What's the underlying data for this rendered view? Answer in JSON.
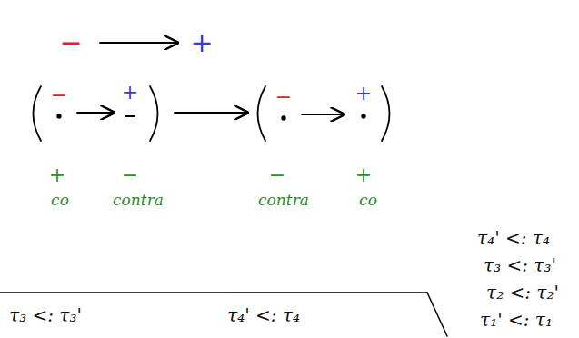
{
  "diagram": {
    "labels": [
      "−",
      "+",
      "−",
      "+",
      "−",
      "+",
      "+",
      "co",
      "−",
      "contra",
      "−",
      "contra",
      "+",
      "co",
      "τ₄' <: τ₄",
      "τ₃ <: τ₃'",
      "τ₂ <: τ₂'",
      "τ₁' <: τ₁",
      "τ₃ <: τ₃'",
      "τ₄' <: τ₄"
    ]
  }
}
